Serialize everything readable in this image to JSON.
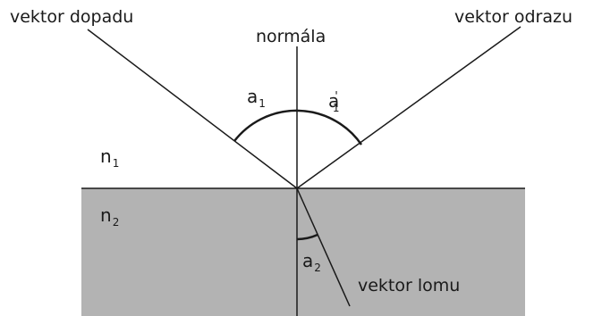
{
  "labels": {
    "incident_vector": "vektor dopadu",
    "normal": "normála",
    "reflected_vector": "vektor odrazu",
    "refracted_vector": "vektor lomu"
  },
  "symbols": {
    "angle_incidence": {
      "base": "a",
      "sub": "1"
    },
    "angle_reflection": {
      "base": "a",
      "sub": "1",
      "prime": "'"
    },
    "angle_refraction": {
      "base": "a",
      "sub": "2"
    },
    "medium_1": {
      "base": "n",
      "sub": "1"
    },
    "medium_2": {
      "base": "n",
      "sub": "2"
    }
  },
  "colors": {
    "line": "#1a1a1a",
    "medium_2_fill": "#b3b3b3",
    "background": "#ffffff"
  }
}
